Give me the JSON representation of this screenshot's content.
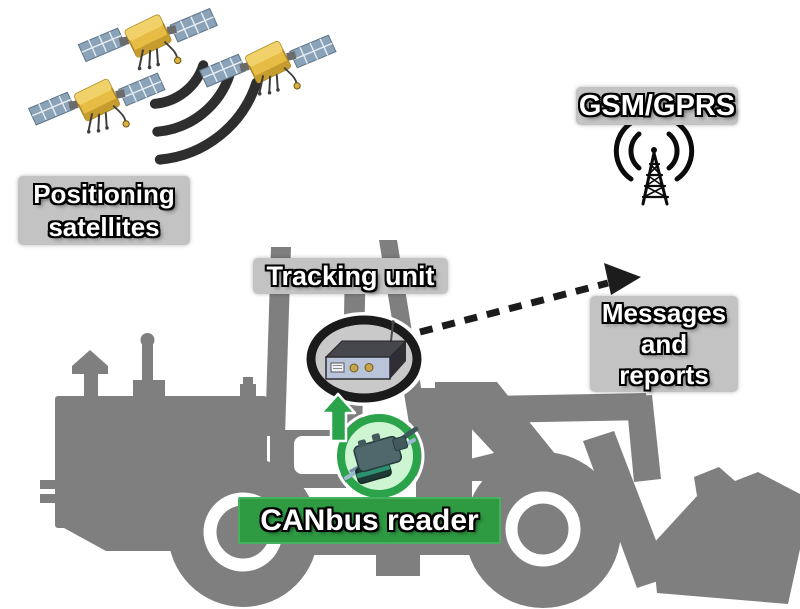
{
  "labels": {
    "positioning_satellites": {
      "line1": "Positioning",
      "line2": "satellites"
    },
    "gsm_gprs": "GSM/GPRS",
    "tracking_unit": "Tracking unit",
    "messages_and_reports": {
      "line1": "Messages",
      "line2": "and",
      "line3": "reports"
    },
    "canbus_reader": "CANbus reader"
  },
  "icons": {
    "satellites": "satellite-icon (three GPS satellites, gold body with blue solar panels)",
    "signal_waves": "signal-waves-icon (three black arcs from satellites toward vehicle)",
    "cell_tower": "cell-tower-icon (lattice antenna mast with radio waves)",
    "tracking_device": "tracking-device-icon (telematics box with antenna inside black oval)",
    "canbus_connector": "obd-connector-icon (CAN bus diagnostic plug inside green circle)",
    "vehicle": "wheel-loader-silhouette (gray front-loader tractor)",
    "dashed_arrow": "dashed-arrow-icon (tracking unit to messages and reports)",
    "up_arrow": "green-up-arrow-icon (CANbus reader to tracking unit)"
  },
  "colors": {
    "vehicle_gray": "#7f7f7f",
    "label_background": "#c3c3c3",
    "label_text": "#ffffff",
    "accent_green": "#2e9b43",
    "pale_green": "#cdf5d2",
    "arrow_black": "#1c1c1c",
    "satellite_gold": "#e6bc45",
    "solar_panel_blue": "#8ba3b8",
    "device_face_blue": "#b9c4da"
  }
}
